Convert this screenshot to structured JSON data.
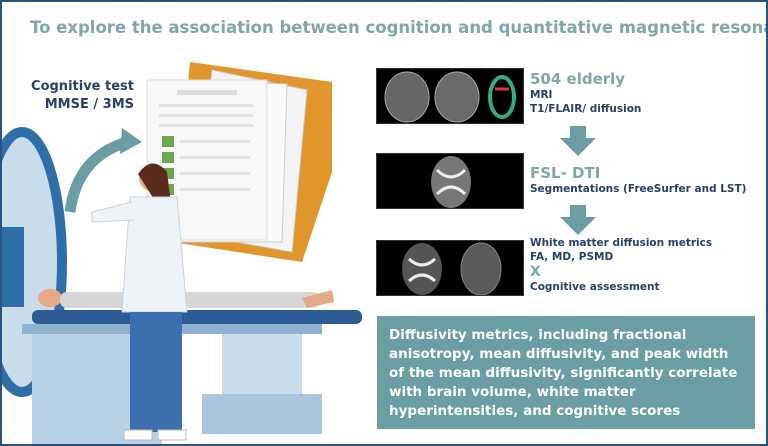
{
  "title": "To explore the association between cognition and quantitative magnetic resonance",
  "cognitive": {
    "line1": "Cognitive test",
    "line2": "MMSE / 3MS"
  },
  "steps": [
    {
      "heading": "504 elderly",
      "lines": [
        "MRI",
        "T1/FLAIR/ diffusion"
      ]
    },
    {
      "heading": "FSL- DTI",
      "lines": [
        "Segmentations (FreeSurfer and LST)"
      ]
    },
    {
      "lines": [
        "White matter diffusion metrics",
        "FA, MD, PSMD"
      ],
      "cross": "X",
      "after": "Cognitive assessment"
    }
  ],
  "result": "Diffusivity metrics, including fractional anisotropy, mean diffusivity, and peak width of the mean diffusivity, significantly correlate with brain volume, white matter hyperintensities, and cognitive scores",
  "colors": {
    "navy": "#27406a",
    "teal": "#6b9ea4",
    "title": "#7fa7a6",
    "folder": "#e0962a"
  }
}
